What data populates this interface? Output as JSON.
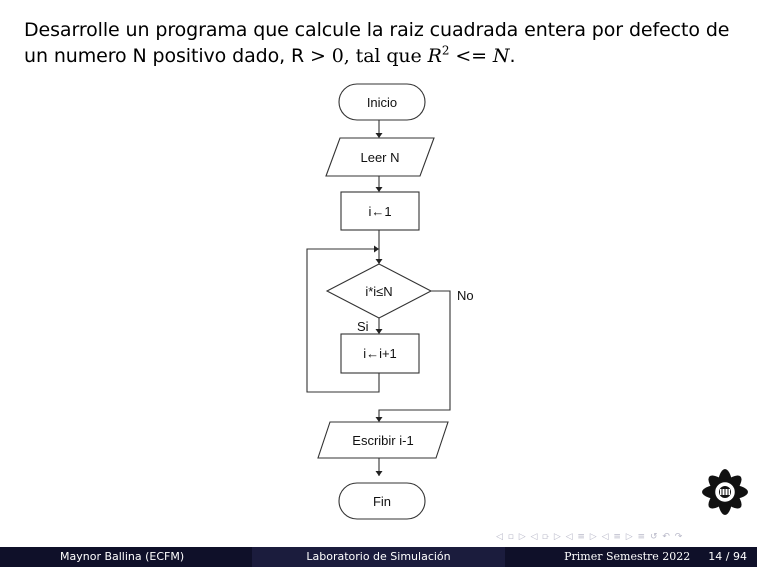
{
  "problem": {
    "line1": "Desarrolle un programa que calcule la raiz cuadrada entera por defecto de",
    "line2_text": "un numero N positivo dado, R",
    "cond_gt": " > 0, tal que ",
    "var_R": "R",
    "exp": "2",
    "cond_le": " <= ",
    "var_N": "N",
    "end": "."
  },
  "flowchart": {
    "start": "Inicio",
    "read": "Leer N",
    "init": "i←1",
    "condition": "i*i≤N",
    "yes_label": "Si",
    "no_label": "No",
    "increment": "i←i+1",
    "write": "Escribir i-1",
    "end": "Fin"
  },
  "nav_symbols": "◁ ▫ ▷ ◁ ⟥ ▷ ◁ ≡ ▷ ◁ ≡ ▷  ≡  ↺ ↶ ↷",
  "footer": {
    "author": "Maynor Ballina  (ECFM)",
    "course": "Laboratorio de Simulación",
    "date": "Primer Semestre 2022",
    "page": "14 / 94"
  },
  "colors": {
    "footer_dark": "#0f1029",
    "footer_mid": "#1b1c3d",
    "nav": "#b9b9c9"
  }
}
